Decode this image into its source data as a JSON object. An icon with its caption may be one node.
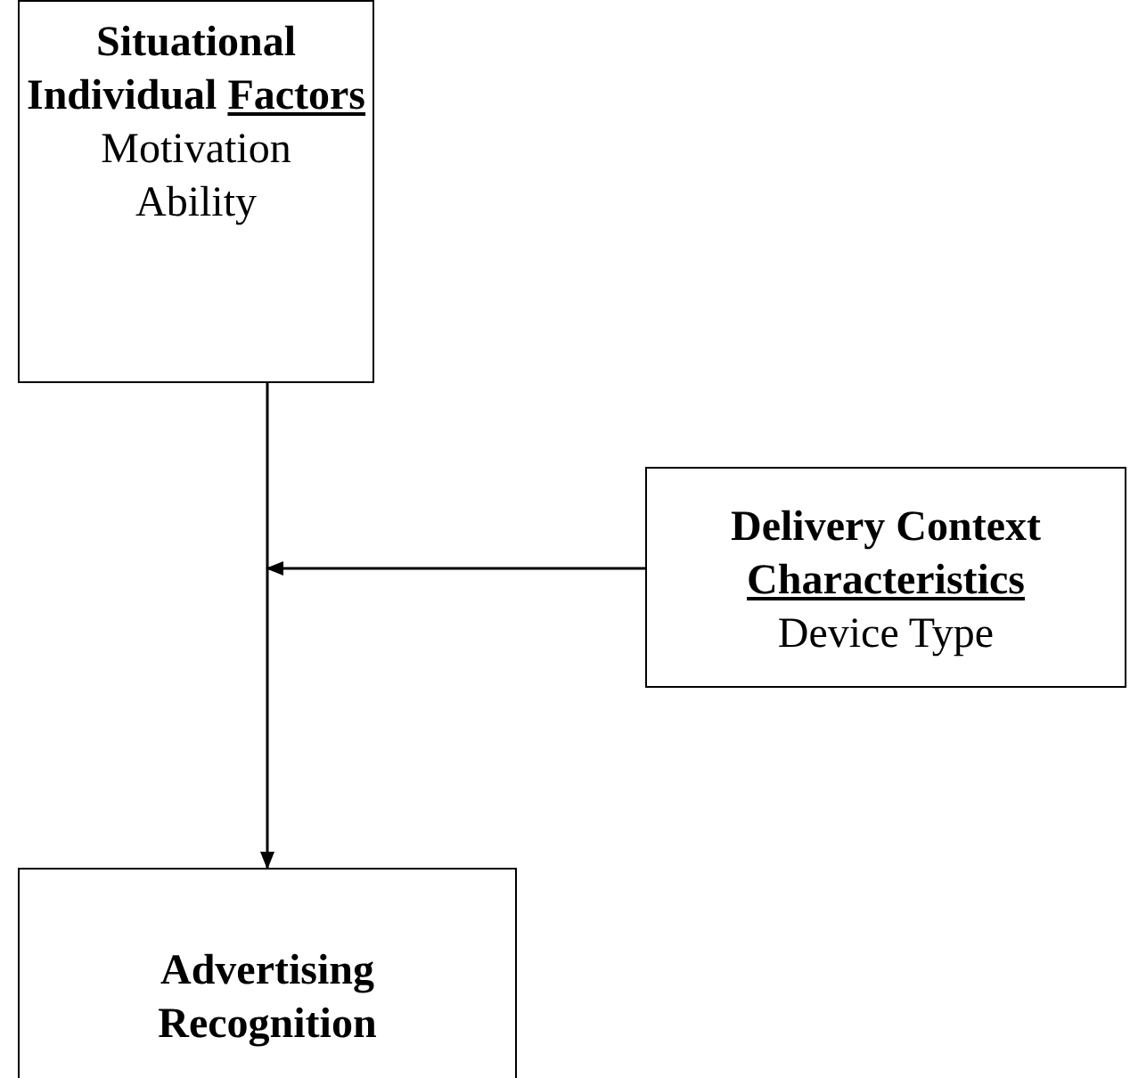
{
  "diagram": {
    "nodes": [
      {
        "text": [
          "Situational Individual Factors",
          "Motivation Ability"
        ]
      },
      {
        "text": [
          "Delivery Context Characteristics",
          "Device Type"
        ]
      },
      {
        "text": [
          "Advertising Recognition"
        ]
      }
    ],
    "edges": [
      {
        "from": 0,
        "to": 2,
        "arrow": "to"
      },
      {
        "from": 1,
        "to": null,
        "arrow": "to"
      }
    ]
  }
}
